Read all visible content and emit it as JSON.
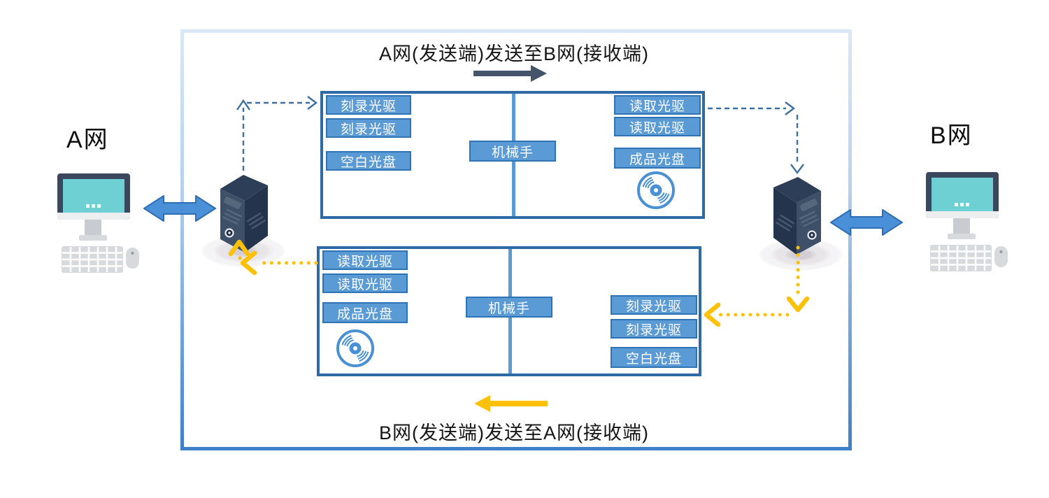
{
  "diagram": {
    "top_flow_title": "A网(发送端)发送至B网(接收端)",
    "bottom_flow_title": "B网(发送端)发送至A网(接收端)",
    "left_network_label": "A网",
    "right_network_label": "B网",
    "top_machine": {
      "left_slots": [
        "刻录光驱",
        "刻录光驱",
        "空白光盘"
      ],
      "arm_label": "机械手",
      "right_slots": [
        "读取光驱",
        "读取光驱",
        "成品光盘"
      ]
    },
    "bottom_machine": {
      "left_slots": [
        "读取光驱",
        "读取光驱",
        "成品光盘"
      ],
      "arm_label": "机械手",
      "right_slots": [
        "刻录光驱",
        "刻录光驱",
        "空白光盘"
      ]
    },
    "icons": {
      "left_computer": "desktop-computer-icon",
      "right_computer": "desktop-computer-icon",
      "left_server": "server-tower-icon",
      "right_server": "server-tower-icon",
      "disc_top": "cd-disc-icon",
      "disc_bottom": "cd-disc-icon",
      "top_send_arrow": "right-arrow-icon",
      "bottom_send_arrow": "left-arrow-icon",
      "link_arrows": "double-headed-arrow-icon"
    },
    "colors": {
      "slot_fill_blue": "#5b9bd5",
      "box_border_blue": "#2e6ba6",
      "slot_border_blue": "#2e74b5",
      "dashed_connector_blue": "#3d6fa3",
      "dotted_connector_yellow": "#ffc107",
      "send_arrow_dark": "#44546a",
      "send_arrow_yellow": "#ffc107",
      "double_arrow_blue": "#4a90d9",
      "frame_gradient_top": "#dae7f6",
      "frame_gradient_bottom": "#3f80cb",
      "screen_teal": "#6fd0d4",
      "server_face_dark": "#25344d",
      "server_face_light": "#3d5068"
    }
  }
}
